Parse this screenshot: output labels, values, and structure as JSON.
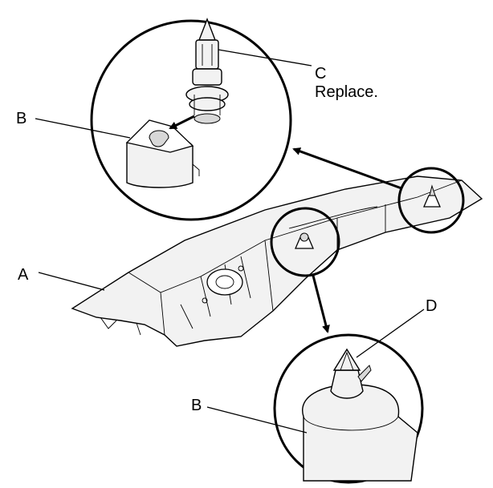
{
  "labels": {
    "a": "A",
    "b_top": "B",
    "b_bottom": "B",
    "c": "C",
    "c_note": "Replace.",
    "d": "D"
  },
  "colors": {
    "ink": "#000000",
    "paper": "#ffffff",
    "part_fill": "#f2f2f2"
  }
}
